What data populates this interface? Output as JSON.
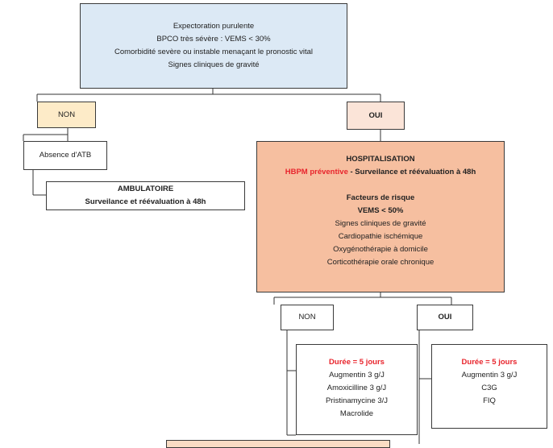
{
  "top_box": {
    "lines": [
      "Expectoration purulente",
      "BPCO très sévère : VEMS < 30%",
      "Comorbidité sevère ou instable menaçant le pronostic vital",
      "Signes cliniques de gravité"
    ]
  },
  "branch1": {
    "non_label": "NON",
    "oui_label": "OUI"
  },
  "absence_atb": "Absence d'ATB",
  "ambulatoire": {
    "title": "AMBULATOIRE",
    "subtitle": "Surveilance et réévaluation à 48h"
  },
  "hospitalisation": {
    "title": "HOSPITALISATION",
    "hbpm": "HBPM préventive",
    "surveillance": " - Surveilance et réévaluation à 48h",
    "risk_title": "Facteurs de risque",
    "vems": "VEMS < 50%",
    "items": [
      "Signes cliniques de gravité",
      "Cardiopathie ischémique",
      "Oxygénothérapie à domicile",
      "Corticothérapie orale chronique"
    ]
  },
  "branch2": {
    "non_label": "NON",
    "oui_label": "OUI"
  },
  "treatment_non": {
    "duration": "Durée = 5 jours",
    "items": [
      "Augmentin 3 g/J",
      "Amoxicilline 3 g/J",
      "Pristinamycine 3/J",
      "Macrolide"
    ]
  },
  "treatment_oui": {
    "duration": "Durée = 5 jours",
    "items": [
      "Augmentin 3 g/J",
      "C3G",
      "FIQ"
    ]
  },
  "colors": {
    "top_fill": "#dce9f5",
    "non_fill": "#fdebc8",
    "oui_fill": "#fbe4d8",
    "hosp_fill": "#f6bfa0",
    "bottom_fill": "#f9dcc4",
    "accent_red": "#e8242c"
  }
}
